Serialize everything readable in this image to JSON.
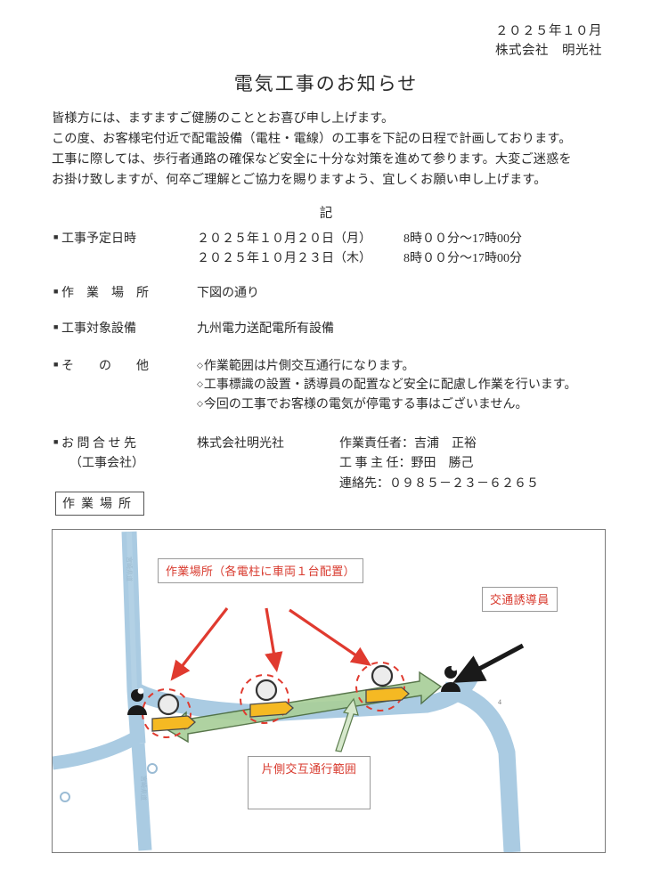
{
  "header": {
    "date": "２０２５年１０月",
    "company": "株式会社　明光社"
  },
  "title": "電気工事のお知らせ",
  "greeting": [
    "皆様方には、ますますご健勝のこととお喜び申し上げます。",
    "この度、お客様宅付近で配電設備（電柱・電線）の工事を下記の日程で計画しております。",
    "工事に際しては、歩行者通路の確保など安全に十分な対策を進めて参ります。大変ご迷惑を",
    "お掛け致しますが、何卒ご理解とご協力を賜りますよう、宜しくお願い申し上げます。"
  ],
  "ki_mark": "記",
  "details": {
    "schedule": {
      "label": "工事予定日時",
      "lines": [
        {
          "date": "２０２５年１０月２０日（月）",
          "time": "8時００分～17時00分"
        },
        {
          "date": "２０２５年１０月２３日（木）",
          "time": "8時００分～17時00分"
        }
      ]
    },
    "place": {
      "label": "作　業　場　所",
      "value": "下図の通り"
    },
    "equipment": {
      "label": "工事対象設備",
      "value": "九州電力送配電所有設備"
    },
    "other": {
      "label": "そ　　の　　他",
      "items": [
        "作業範囲は片側交互通行になります。",
        "工事標識の設置・誘導員の配置など安全に配慮し作業を行います。",
        "今回の工事でお客様の電気が停電する事はございません。"
      ]
    },
    "contact": {
      "label": "お 問 合 せ 先",
      "sublabel": "（工事会社）",
      "company": "株式会社明光社",
      "people": [
        "作業責任者：吉浦　正裕",
        "工 事 主 任：野田　勝己",
        "連絡先：０９８５－２３－６２６５"
      ]
    }
  },
  "work_location_heading": "作業場所",
  "map": {
    "labels": {
      "work_site": "作業場所（各電柱に車両１台配置）",
      "traffic_guide": "交通誘導員",
      "traffic_range": "片側交互通行範囲"
    },
    "colors": {
      "road": "#aacbe2",
      "range_arrow": "#a9cf9a",
      "work_circle": "#e03a2f",
      "vehicle": "#f5b923",
      "label_text": "#d83a2e",
      "guide_arrow": "#1a1a1a"
    },
    "counts": {
      "work_sites": 3,
      "traffic_guides": 2,
      "vehicles": 3
    }
  }
}
